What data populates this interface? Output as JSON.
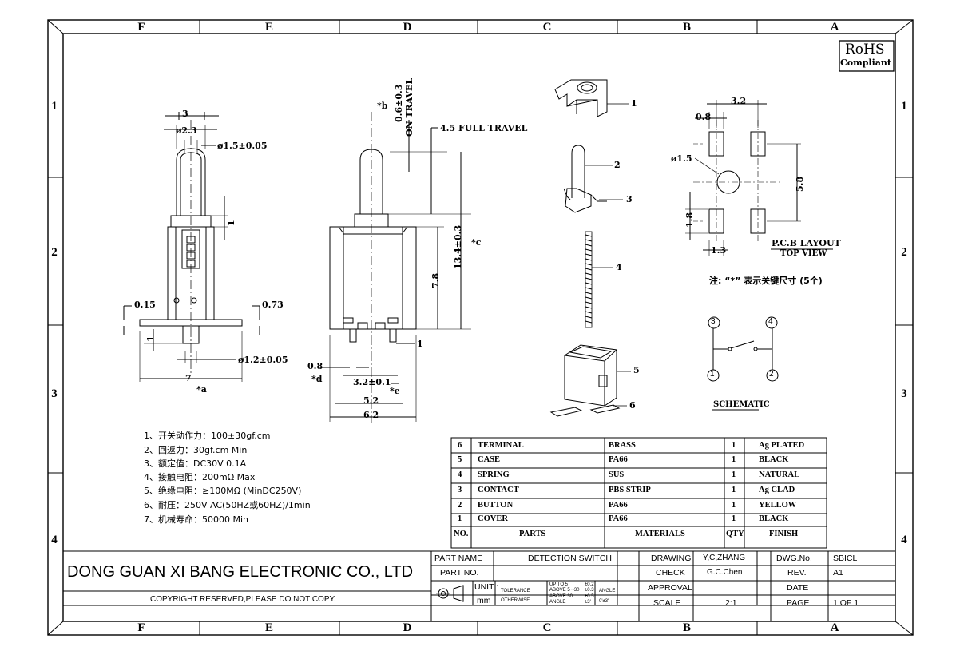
{
  "zones": {
    "columns": [
      "F",
      "E",
      "D",
      "C",
      "B",
      "A"
    ],
    "rows": [
      "1",
      "2",
      "3",
      "4"
    ]
  },
  "rohs": {
    "line1": "RoHS",
    "line2": "Compliant"
  },
  "front_view": {
    "w3": "3",
    "d23": "ø2.3",
    "d15": "ø1.5±0.05",
    "one": "1",
    "t015": "0.15",
    "t073": "0.73",
    "one_b": "1",
    "d12": "ø1.2±0.05",
    "w7": "7",
    "mark_a": "*a"
  },
  "side_view": {
    "travel_mark": "*b",
    "travel_val": "0.6±0.3",
    "travel_text": "ON TRAVEL",
    "full_travel": "4.5 FULL TRAVEL",
    "h134": "13.4±0.3",
    "mark_c": "*c",
    "h78": "7.8",
    "one": "1",
    "w08": "0.8",
    "mark_d": "*d",
    "w32": "3.2±0.1",
    "mark_e": "*e",
    "w52": "5.2",
    "w62": "6.2"
  },
  "parts_callouts": [
    "1",
    "2",
    "3",
    "4",
    "5",
    "6"
  ],
  "pcb": {
    "w32": "3.2",
    "w08": "0.8",
    "d15": "ø1.5",
    "h58": "5.8",
    "h18": "1.8",
    "w13": "1.3",
    "title": "P.C.B LAYOUT",
    "subtitle": "TOP VIEW",
    "note": "注: “*” 表示关键尺寸 (5个)"
  },
  "schematic": {
    "p3": "3",
    "p4": "4",
    "p1": "1",
    "p2": "2",
    "label": "SCHEMATIC"
  },
  "specs": [
    "1、开关动作力：100±30gf.cm",
    "2、回返力：30gf.cm  Min",
    "3、额定值：DC30V 0.1A",
    "4、接触电阻：200mΩ Max",
    "5、绝缘电阻：≥100MΩ (MinDC250V)",
    "6、耐压：250V AC(50HZ或60HZ)/1min",
    "7、机械寿命：50000 Min"
  ],
  "bom": {
    "headers": [
      "NO.",
      "PARTS",
      "MATERIALS",
      "QTY",
      "FINISH"
    ],
    "rows": [
      [
        "6",
        "TERMINAL",
        "BRASS",
        "1",
        "Ag PLATED"
      ],
      [
        "5",
        "CASE",
        "PA66",
        "1",
        "BLACK"
      ],
      [
        "4",
        "SPRING",
        "SUS",
        "1",
        "NATURAL"
      ],
      [
        "3",
        "CONTACT",
        "PBS STRIP",
        "1",
        "Ag CLAD"
      ],
      [
        "2",
        "BUTTON",
        "PA66",
        "1",
        "YELLOW"
      ],
      [
        "1",
        "COVER",
        "PA66",
        "1",
        "BLACK"
      ]
    ]
  },
  "title_block": {
    "company": "DONG GUAN XI BANG ELECTRONIC CO., LTD",
    "copyright": "COPYRIGHT RESERVED,PLEASE DO NOT COPY.",
    "part_name_label": "PART NAME",
    "part_name": "DETECTION SWITCH",
    "part_no_label": "PART NO.",
    "part_no": "",
    "unit_label": "UNIT :",
    "unit": "mm",
    "tol_label1": "TOLERANCE",
    "tol_label2": "OTHERWISE",
    "tol_r1a": "UP TO 5",
    "tol_r1b": "±0.2",
    "tol_r2a": "ABOVE 5 ~30",
    "tol_r2b": "±0.3",
    "tol_r3a": "ABOVE 30",
    "tol_r3b": "±0.5",
    "tol_r4a": "ANGLE",
    "tol_r4b": "±3'",
    "angle_label": "ANGLE",
    "angle_val": "0'±3'",
    "drawing_label": "DRAWING",
    "drawing": "Y,C,ZHANG",
    "check_label": "CHECK",
    "check": "G.C.Chen",
    "approval_label": "APPROVAL",
    "approval": "",
    "scale_label": "SCALE",
    "scale": "2:1",
    "dwg_label": "DWG.No.",
    "dwg": "SBICL",
    "rev_label": "REV.",
    "rev": "A1",
    "date_label": "DATE",
    "date": "",
    "page_label": "PAGE",
    "page": "1 OF 1"
  }
}
